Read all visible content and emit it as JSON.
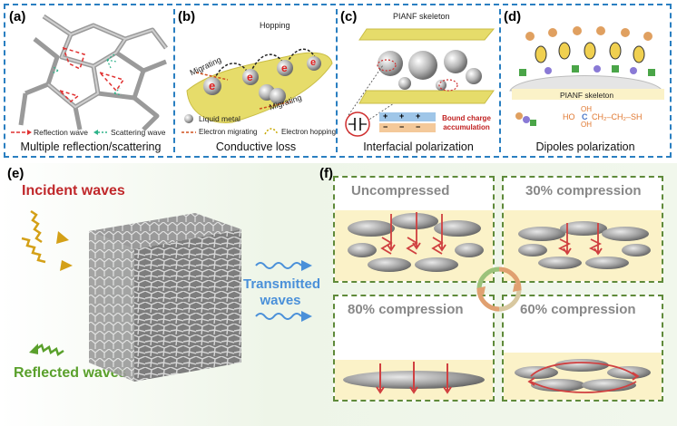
{
  "panels": {
    "a": {
      "label": "(a)",
      "caption": "Multiple reflection/scattering",
      "legend_reflection": "Reflection wave",
      "legend_scattering": "Scattering wave"
    },
    "b": {
      "label": "(b)",
      "caption": "Conductive loss",
      "hopping": "Hopping",
      "migrating_top": "Migrating",
      "migrating_bottom": "Migrating",
      "electron": "e",
      "legend_liquid_metal": "Liquid metal",
      "legend_electron_migrating": "Electron migrating",
      "legend_electron_hopping": "Electron hopping"
    },
    "c": {
      "label": "(c)",
      "caption": "Interfacial polarization",
      "skeleton": "PIANF skeleton",
      "bound_charge": "Bound charge accumulation",
      "plus": "+",
      "minus": "−"
    },
    "d": {
      "label": "(d)",
      "caption": "Dipoles polarization",
      "skeleton": "PIANF skeleton",
      "formula_ho": "HO",
      "formula_oh_top": "OH",
      "formula_oh_bottom": "OH",
      "formula_chain": "CH₂–CH₂–SH",
      "formula_c": "C"
    },
    "e": {
      "label": "(e)",
      "incident": "Incident waves",
      "transmitted": "Transmitted waves",
      "reflected": "Reflected waves"
    },
    "f": {
      "label": "(f)",
      "uncompressed": "Uncompressed",
      "c30": "30% compression",
      "c80": "80% compression",
      "c60": "60% compression"
    }
  },
  "colors": {
    "frame_blue": "#2a7fc1",
    "frame_green": "#5f8a3a",
    "incident_red": "#c0282b",
    "transmitted_blue": "#4a90d9",
    "reflected_green": "#5aa02c",
    "yellow_film": "#e6dc6a"
  }
}
